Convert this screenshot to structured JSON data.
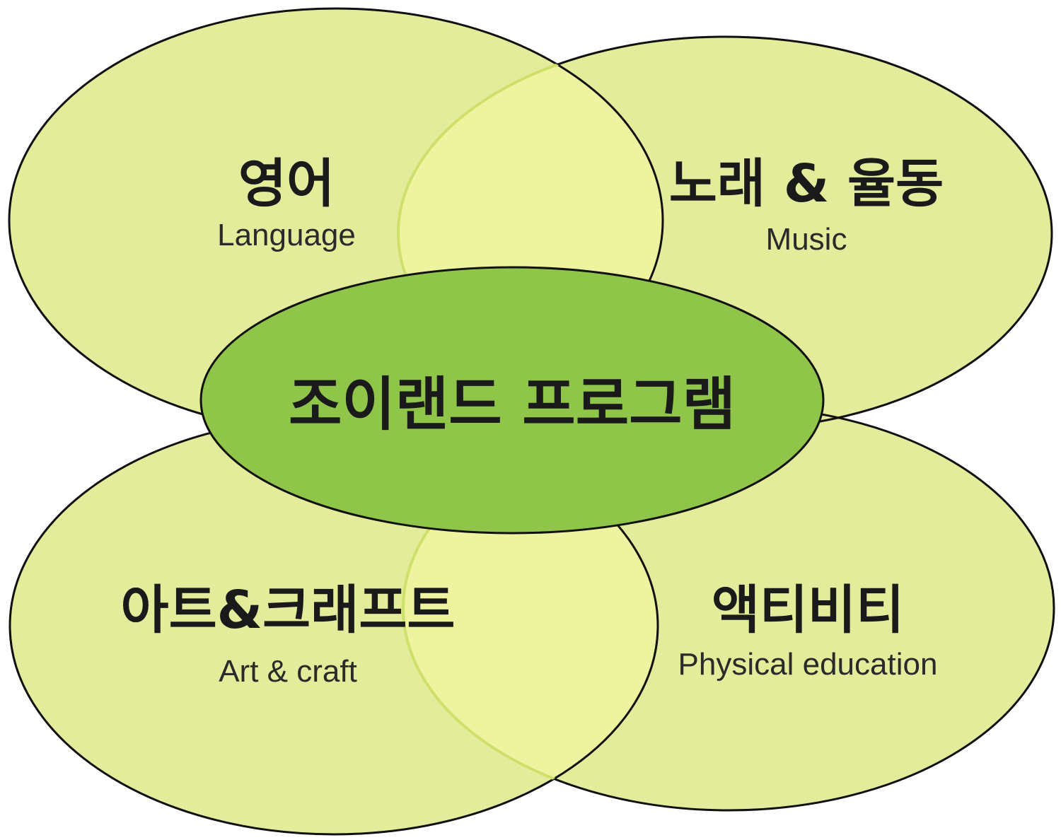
{
  "center": {
    "title": "조이랜드 프로그램",
    "color": "#8fc549"
  },
  "colors": {
    "petal_fill": "#e3ec9b",
    "overlap_fill": "#eef3a0",
    "outline": "#111111"
  },
  "areas": [
    {
      "title": "영어",
      "subtitle": "Language"
    },
    {
      "title": "노래 & 율동",
      "subtitle": "Music"
    },
    {
      "title": "아트&크래프트",
      "subtitle": "Art & craft"
    },
    {
      "title": "액티비티",
      "subtitle": "Physical education"
    }
  ]
}
